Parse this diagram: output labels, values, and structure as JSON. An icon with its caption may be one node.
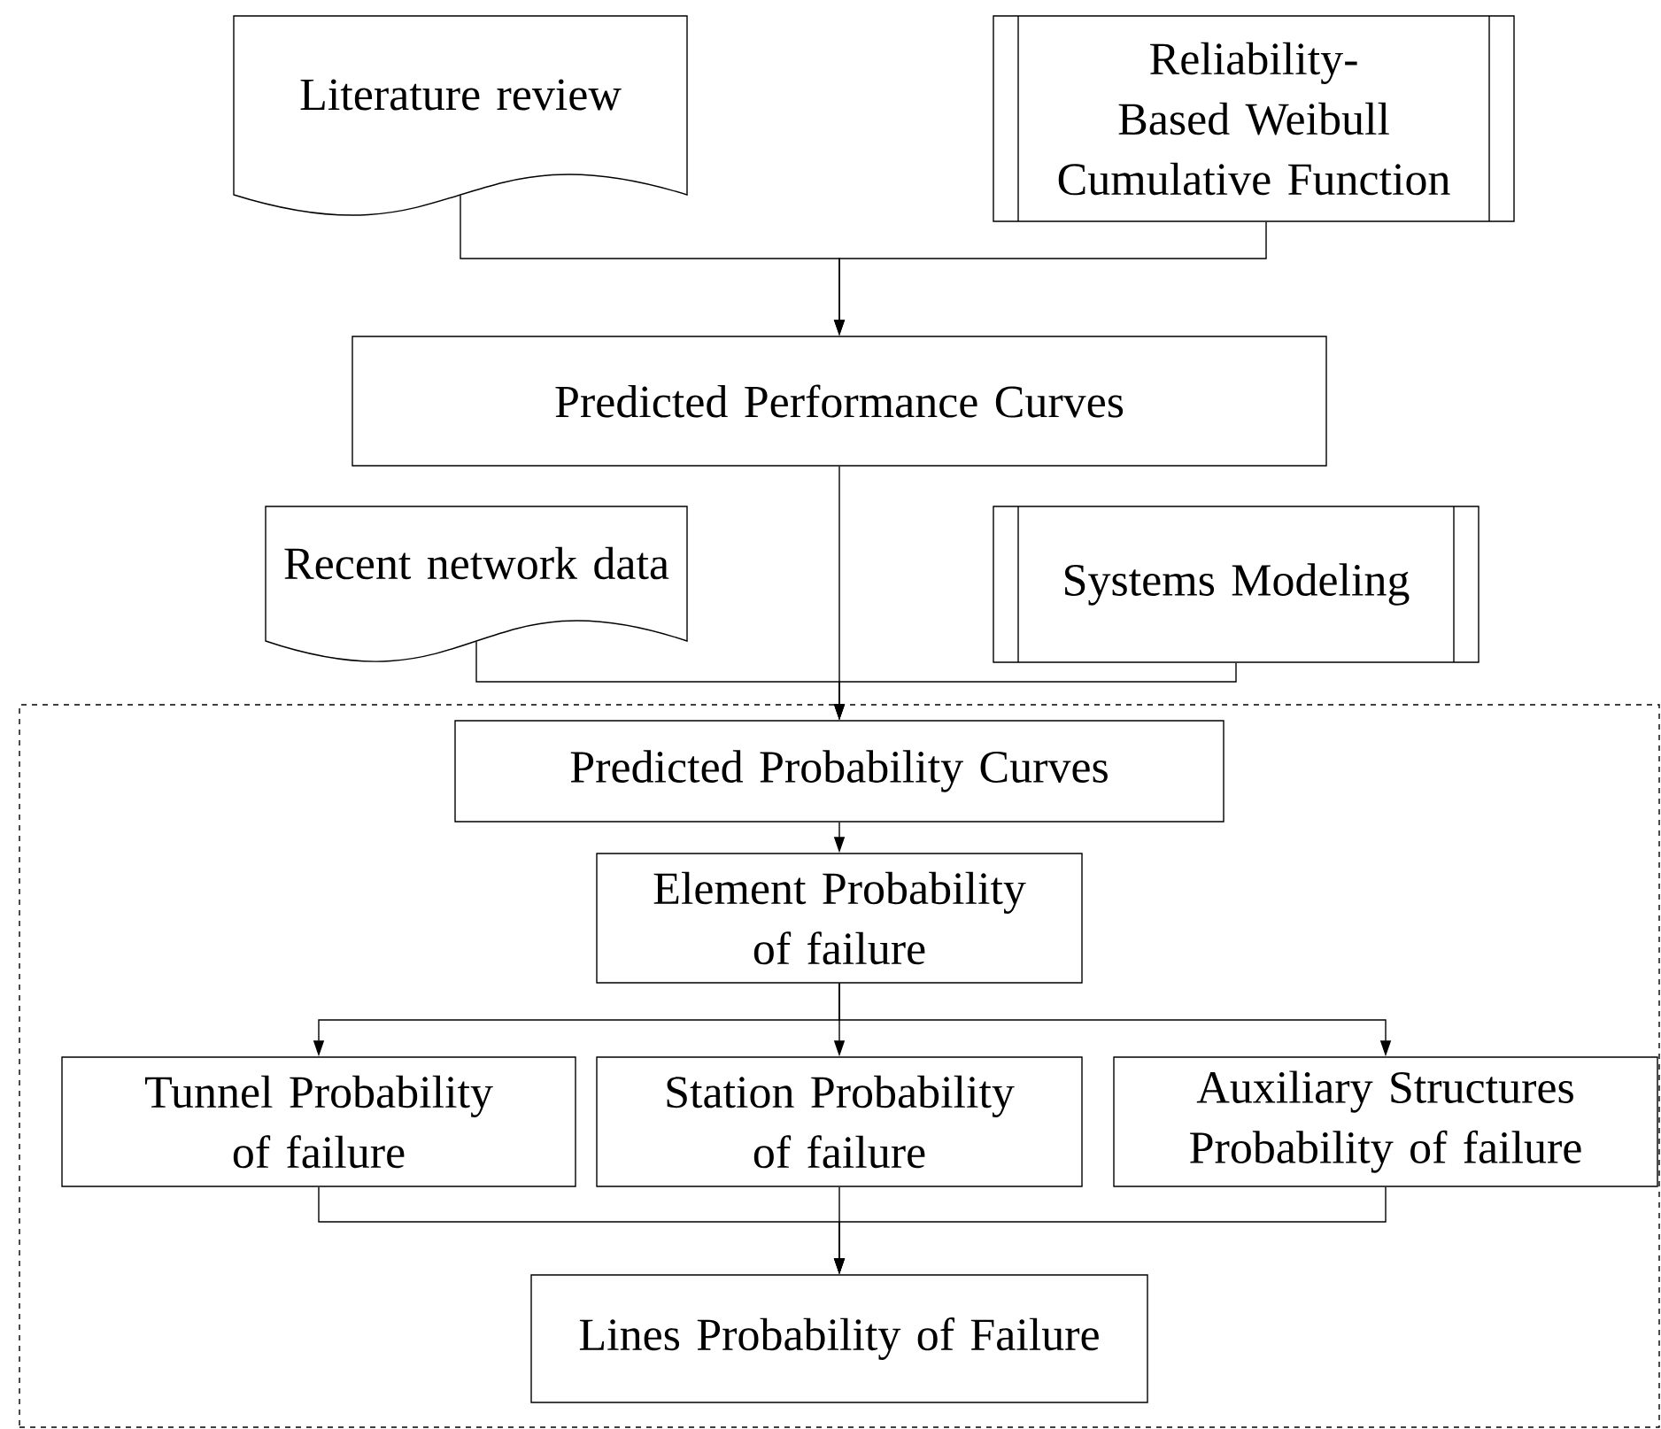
{
  "diagram": {
    "nodes": [
      {
        "text": [
          "Literature review"
        ]
      },
      {
        "text": [
          "Reliability-Based Weibull Cumulative Function"
        ]
      },
      {
        "text": [
          "Predicted Performance Curves"
        ]
      },
      {
        "text": [
          "Recent network data"
        ]
      },
      {
        "text": [
          "Systems Modeling"
        ]
      },
      {
        "text": [],
        "shape": "box"
      },
      {
        "text": [
          "Predicted Probability Curves"
        ],
        "in": 5
      },
      {
        "text": [
          "Element Probability of failure"
        ],
        "in": 5
      },
      {
        "text": [
          "Tunnel Probability of failure"
        ],
        "in": 5
      },
      {
        "text": [
          "Station Probability of failure"
        ],
        "in": 5
      },
      {
        "text": [
          "Auxiliary Structures Probability of failure"
        ],
        "in": 5
      },
      {
        "text": [
          "Lines Probability of Failure"
        ],
        "in": 5
      }
    ],
    "edges": [
      {
        "from": 0,
        "to": 2,
        "arrow": "to"
      },
      {
        "from": 1,
        "to": 2,
        "arrow": "to"
      },
      {
        "from": 2,
        "to": 6,
        "arrow": "to"
      },
      {
        "from": 3,
        "to": 6,
        "arrow": "to"
      },
      {
        "from": 4,
        "to": 6,
        "arrow": "to"
      },
      {
        "from": 6,
        "to": 7,
        "arrow": "to"
      },
      {
        "from": 7,
        "to": 8,
        "arrow": "to"
      },
      {
        "from": 7,
        "to": 9,
        "arrow": "to"
      },
      {
        "from": 7,
        "to": 10,
        "arrow": "to"
      },
      {
        "from": 8,
        "to": 11,
        "arrow": "to"
      },
      {
        "from": 9,
        "to": 11,
        "arrow": "to"
      },
      {
        "from": 10,
        "to": 11,
        "arrow": "to"
      }
    ]
  }
}
